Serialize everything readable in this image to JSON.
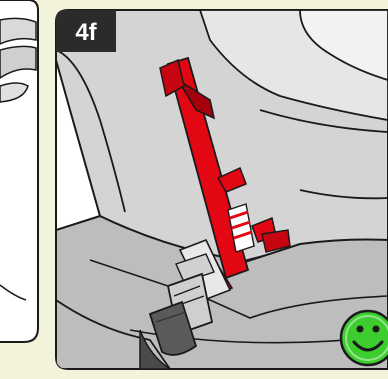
{
  "step": {
    "label": "4f"
  },
  "illustration": {
    "left_panel": "previous-step-panel",
    "right_panel": "installation-step-panel"
  },
  "status": {
    "icon": "smiley-face-icon",
    "meaning": "correct",
    "color": "#33cc33"
  },
  "colors": {
    "background": "#f3f3dc",
    "label_box": "#2b2b2b",
    "belt_red": "#e30613",
    "belt_dark_red": "#a5000b",
    "seat_gray": "#c9c9c9",
    "outline": "#1a1a1a",
    "smiley_green": "#3dcd2f"
  }
}
